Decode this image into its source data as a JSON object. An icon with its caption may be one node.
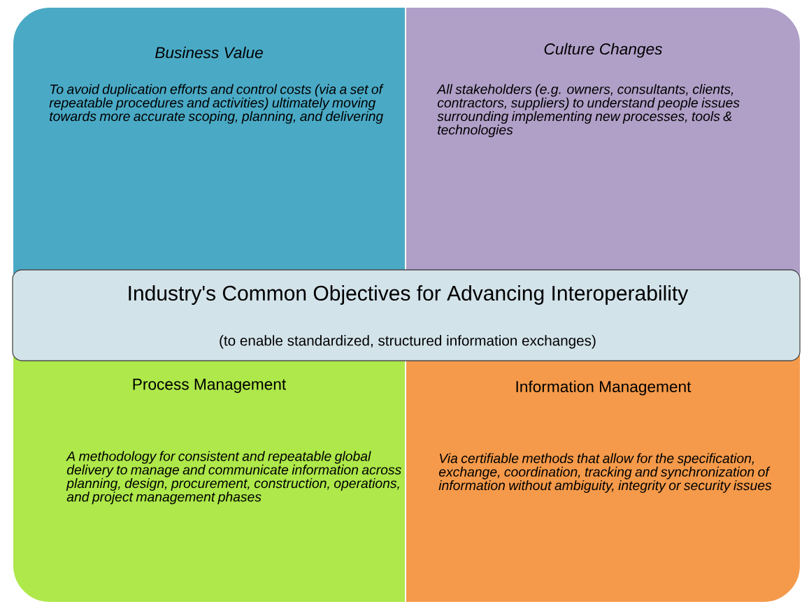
{
  "diagram": {
    "nodes": [
      {
        "text": [
          "Business Value",
          "To avoid duplication efforts and control costs (via a set of repeatable procedures and activities) ultimately moving towards more accurate scoping, planning, and delivering"
        ]
      },
      {
        "text": [
          "Culture Changes",
          "All stakeholders (e.g. owners, consultants, clients, contractors, suppliers) to understand people issues surrounding implementing new processes, tools & technologies"
        ]
      },
      {
        "text": [
          "Industry's Common Objectives for Advancing Interoperability",
          "(to enable standardized, structured information exchanges)"
        ]
      },
      {
        "text": [
          "Process Management",
          "A methodology for consistent and repeatable global delivery to manage and communicate information across planning, design, procurement, construction, operations, and project management phases"
        ]
      },
      {
        "text": [
          "Information Management",
          "Via certifiable methods that allow for the specification, exchange, coordination, tracking and synchronization of information without ambiguity, integrity or security issues"
        ]
      }
    ],
    "edges": []
  }
}
